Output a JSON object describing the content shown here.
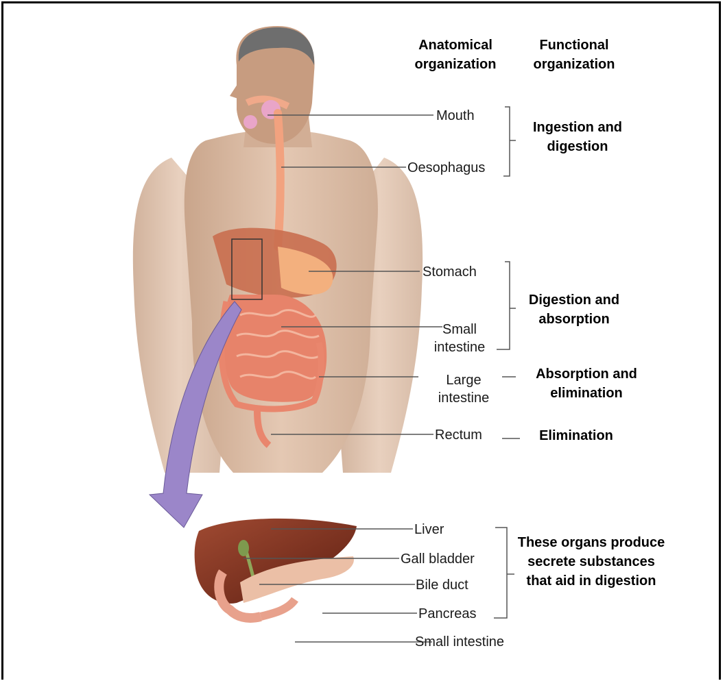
{
  "headers": {
    "anatomical": "Anatomical organization",
    "functional": "Functional organization"
  },
  "organs": {
    "mouth": "Mouth",
    "oesophagus": "Oesophagus",
    "stomach": "Stomach",
    "small_intestine": "Small intestine",
    "large_intestine": "Large intestine",
    "rectum": "Rectum"
  },
  "functions": {
    "ingestion_digestion": "Ingestion and digestion",
    "digestion_absorption": "Digestion and absorption",
    "absorption_elimination": "Absorption and elimination",
    "elimination": "Elimination"
  },
  "accessory": {
    "liver": "Liver",
    "gall_bladder": "Gall bladder",
    "bile_duct": "Bile duct",
    "pancreas": "Pancreas",
    "small_intestine": "Small intestine",
    "note": "These organs produce secrete substances that aid in digestion"
  },
  "colors": {
    "skin": "#d9b59c",
    "organ": "#e98a6a",
    "liver": "#7a2e1e",
    "arrow": "#9b86c9",
    "leader": "#555555"
  }
}
